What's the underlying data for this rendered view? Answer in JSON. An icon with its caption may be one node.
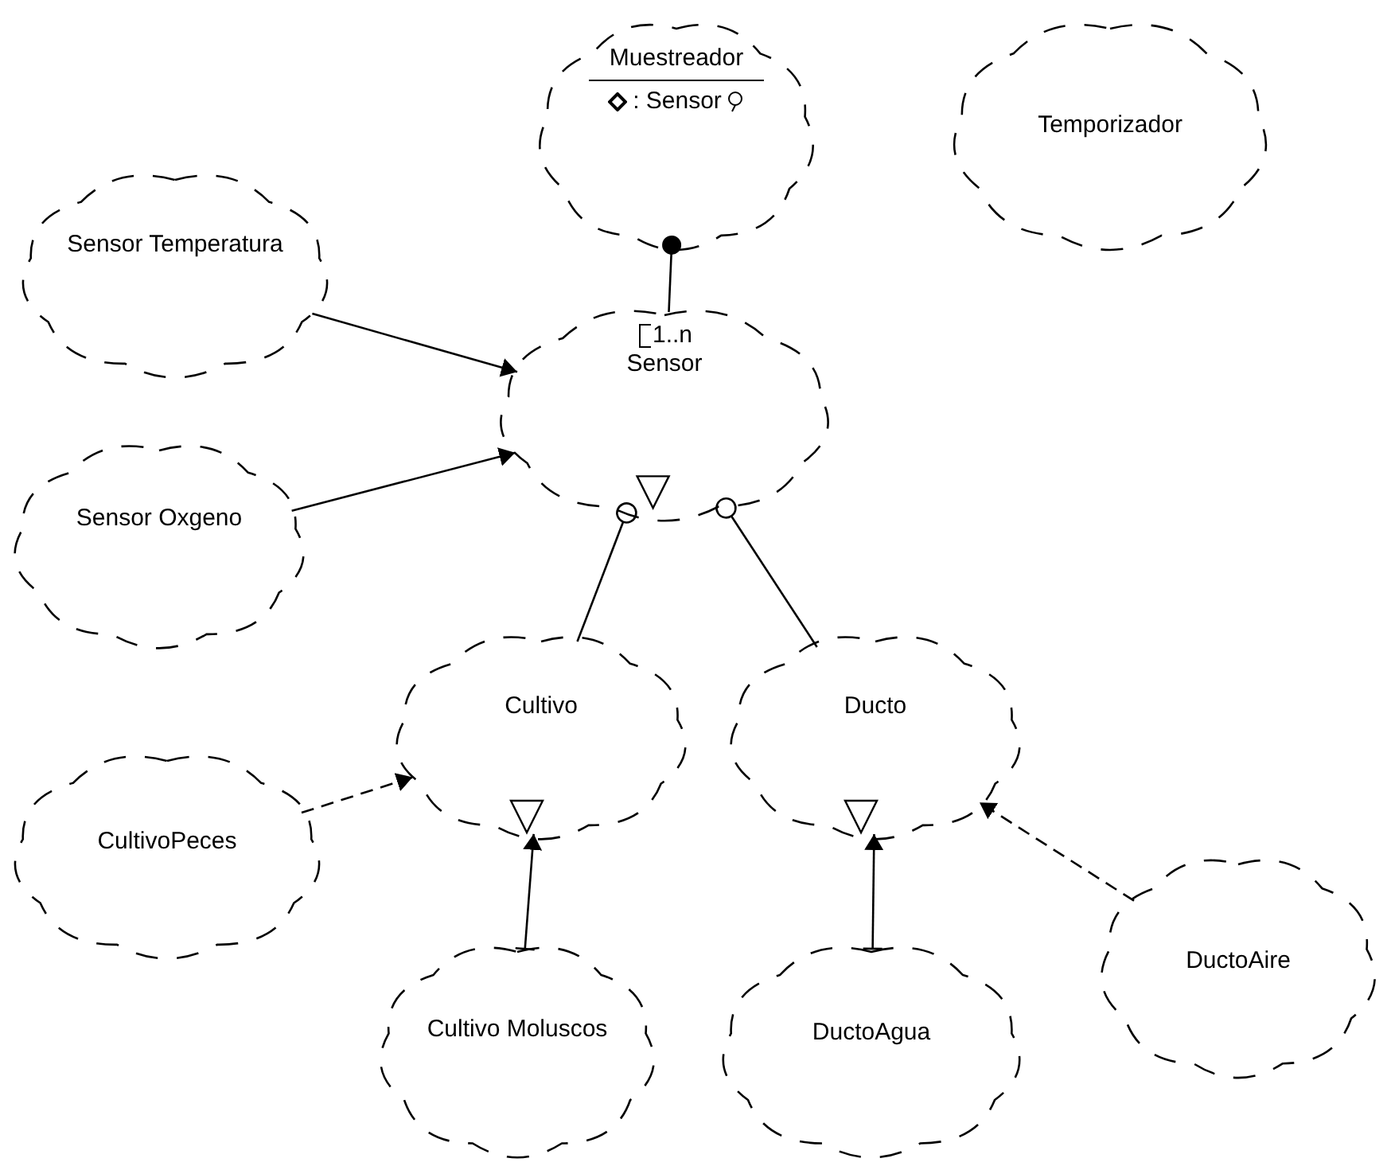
{
  "diagram": {
    "nodes": [
      {
        "text": [
          "Muestreador",
          ": Sensor"
        ]
      },
      {
        "text": [
          "Temporizador"
        ]
      },
      {
        "text": [
          "Sensor Temperatura"
        ]
      },
      {
        "text": [
          "1..n",
          "Sensor"
        ]
      },
      {
        "text": [
          "Sensor Oxgeno"
        ]
      },
      {
        "text": [
          "Cultivo"
        ]
      },
      {
        "text": [
          "Ducto"
        ]
      },
      {
        "text": [
          "CultivoPeces"
        ]
      },
      {
        "text": [
          "Cultivo Moluscos"
        ]
      },
      {
        "text": [
          "DuctoAgua"
        ]
      },
      {
        "text": [
          "DuctoAire"
        ]
      }
    ],
    "edges": [
      {
        "from": 0,
        "to": 3,
        "arrow": "other"
      },
      {
        "from": 2,
        "to": 3,
        "arrow": "to"
      },
      {
        "from": 4,
        "to": 3,
        "arrow": "to"
      },
      {
        "from": 3,
        "to": 5,
        "arrow": "other"
      },
      {
        "from": 3,
        "to": 6,
        "arrow": "other"
      },
      {
        "from": 7,
        "to": 5,
        "arrow": "to",
        "style": "dashed"
      },
      {
        "from": 8,
        "to": 5,
        "arrow": "to"
      },
      {
        "from": 9,
        "to": 6,
        "arrow": "to"
      },
      {
        "from": 10,
        "to": 6,
        "arrow": "to",
        "style": "dashed"
      }
    ]
  }
}
